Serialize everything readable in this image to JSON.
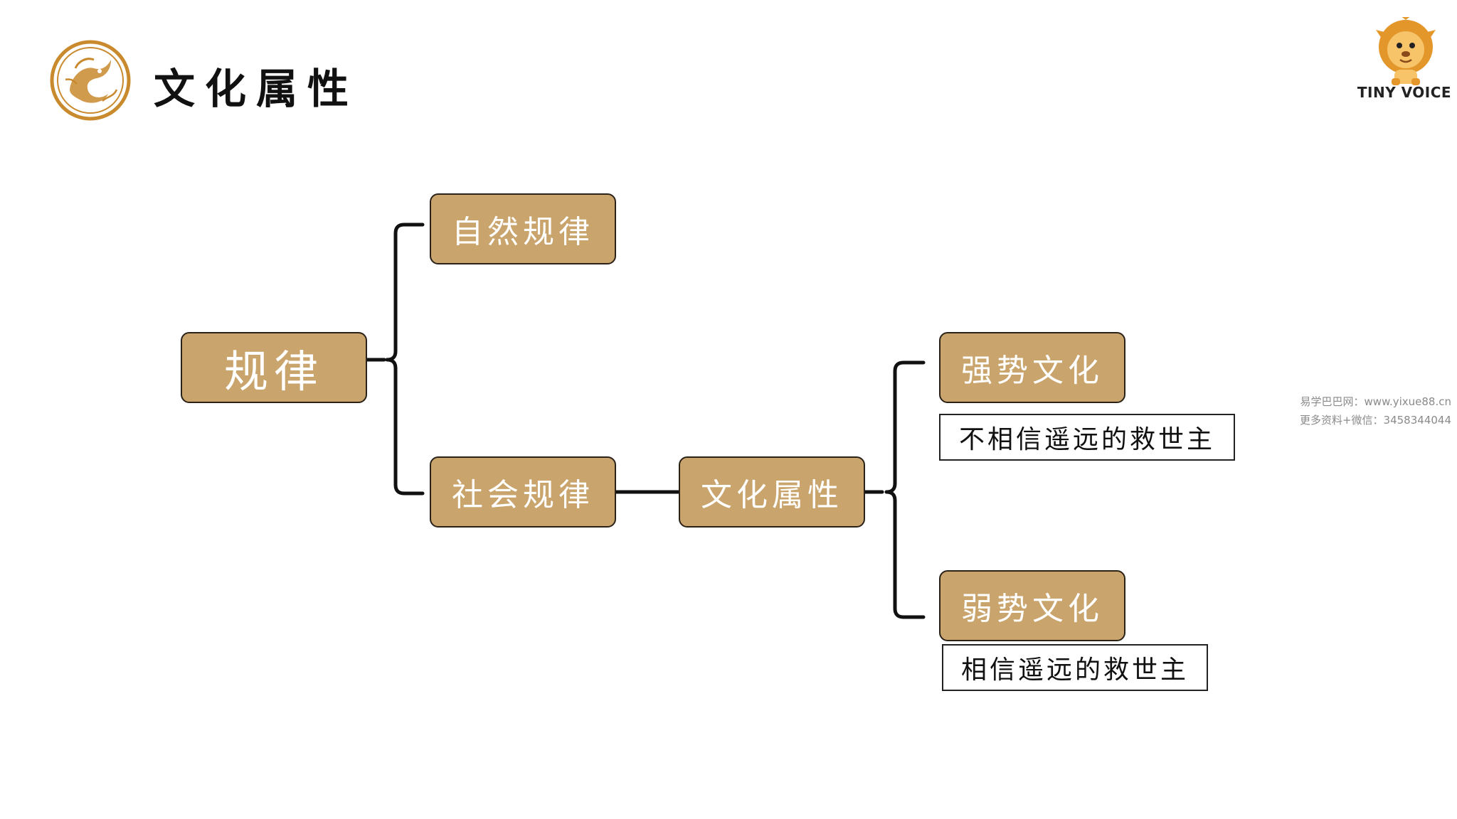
{
  "header": {
    "title": "文化属性",
    "seal_icon": "dragon-seal-icon"
  },
  "brand": {
    "name": "TINY VOICE",
    "mascot_icon": "lion-mascot-icon"
  },
  "watermark": {
    "line1": "易学巴巴网：www.yixue88.cn",
    "line2": "更多资料+微信：3458344044"
  },
  "diagram": {
    "root": "规律",
    "natural_law": "自然规律",
    "social_law": "社会规律",
    "cultural_attribute": "文化属性",
    "strong_culture": "强势文化",
    "strong_note": "不相信遥远的救世主",
    "weak_culture": "弱势文化",
    "weak_note": "相信遥远的救世主"
  },
  "colors": {
    "node_fill": "#c9a46c",
    "node_border": "#2a2218",
    "seal": "#c98a2e",
    "connector": "#111111"
  }
}
